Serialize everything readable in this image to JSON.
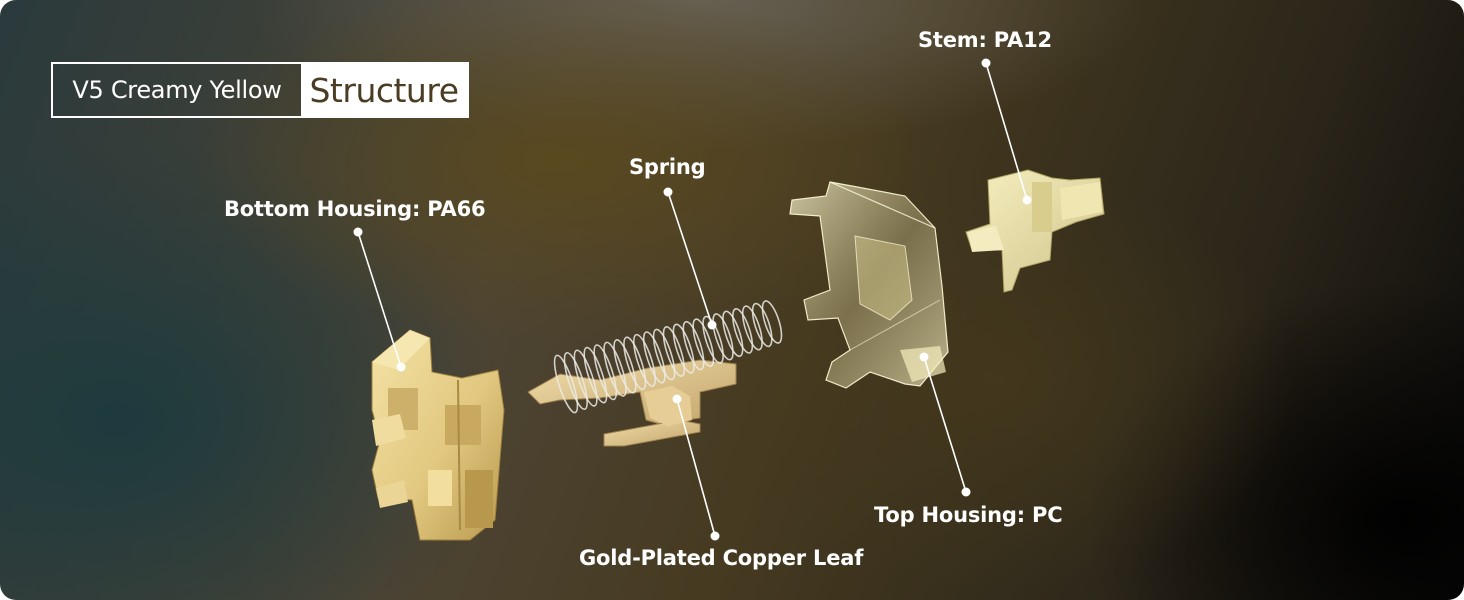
{
  "title": {
    "model": "V5 Creamy Yellow",
    "section": "Structure"
  },
  "parts": {
    "stem": "Stem: PA12",
    "spring": "Spring",
    "bottom_housing": "Bottom Housing: PA66",
    "top_housing": "Top Housing: PC",
    "leaf": "Gold-Plated Copper Leaf"
  },
  "colors": {
    "part_yellow": "#e9d48f",
    "part_shadow": "#b89a4f",
    "housing_clear": "#d9d2a8",
    "label_text": "#ffffff",
    "title_dark": "#4a3d24"
  }
}
